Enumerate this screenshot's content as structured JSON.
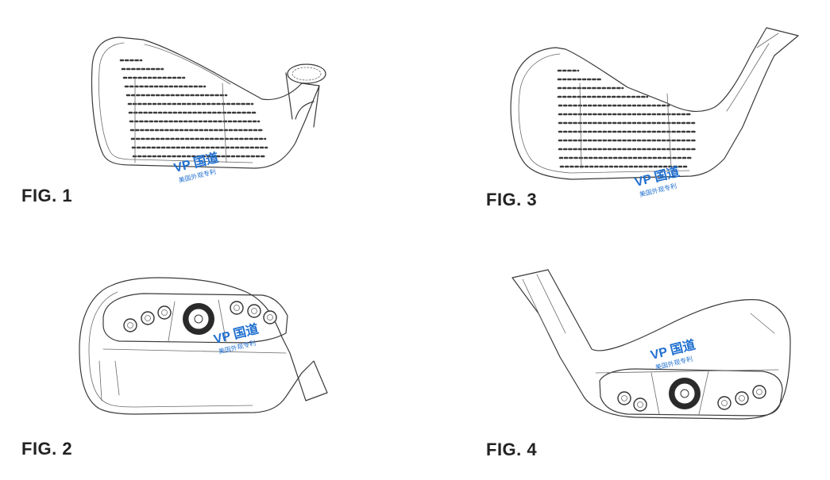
{
  "figures": [
    {
      "label": "FIG. 1"
    },
    {
      "label": "FIG. 2"
    },
    {
      "label": "FIG. 3"
    },
    {
      "label": "FIG. 4"
    }
  ],
  "watermark": {
    "logo_text": "VP 国道",
    "caption": "美国外观专利",
    "color": "#1f6fd0"
  }
}
